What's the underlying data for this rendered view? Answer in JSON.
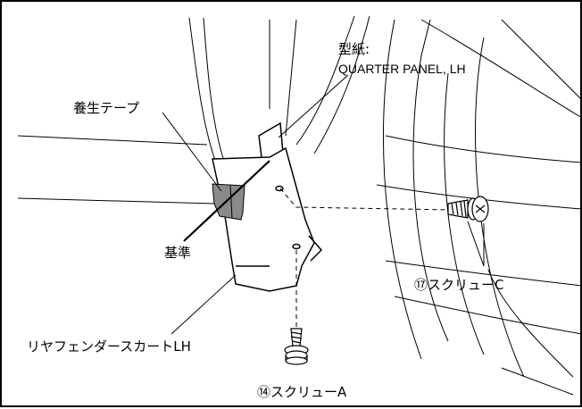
{
  "labels": {
    "template_jp": "型紙:",
    "template_en": "QUARTER PANEL, LH",
    "tape": "養生テープ",
    "reference": "基準",
    "mudguard": "リヤフェンダースカートLH",
    "screw_c": "⑰スクリューC",
    "screw_a": "⑭スクリューA"
  },
  "colors": {
    "line": "#000000",
    "tape": "#8a8a8a",
    "background": "#ffffff"
  }
}
